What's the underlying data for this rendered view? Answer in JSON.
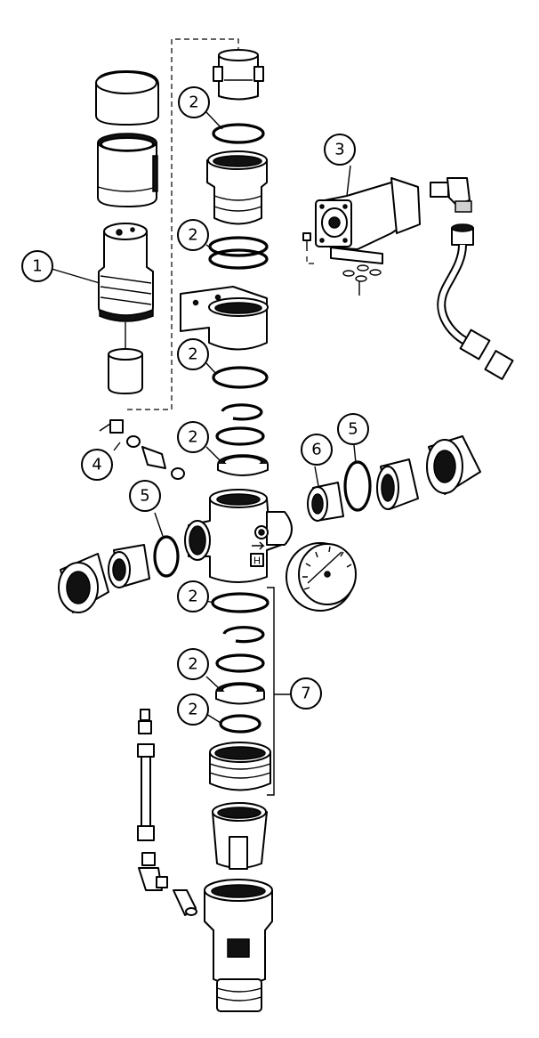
{
  "callouts": [
    {
      "id": "c1",
      "label": "1"
    },
    {
      "id": "c2a",
      "label": "2"
    },
    {
      "id": "c2b",
      "label": "2"
    },
    {
      "id": "c2c",
      "label": "2"
    },
    {
      "id": "c2d",
      "label": "2"
    },
    {
      "id": "c2e",
      "label": "2"
    },
    {
      "id": "c2f",
      "label": "2"
    },
    {
      "id": "c2g",
      "label": "2"
    },
    {
      "id": "c3",
      "label": "3"
    },
    {
      "id": "c4",
      "label": "4"
    },
    {
      "id": "c5a",
      "label": "5"
    },
    {
      "id": "c5b",
      "label": "5"
    },
    {
      "id": "c6",
      "label": "6"
    },
    {
      "id": "c7",
      "label": "7"
    }
  ],
  "body_marking": "H"
}
